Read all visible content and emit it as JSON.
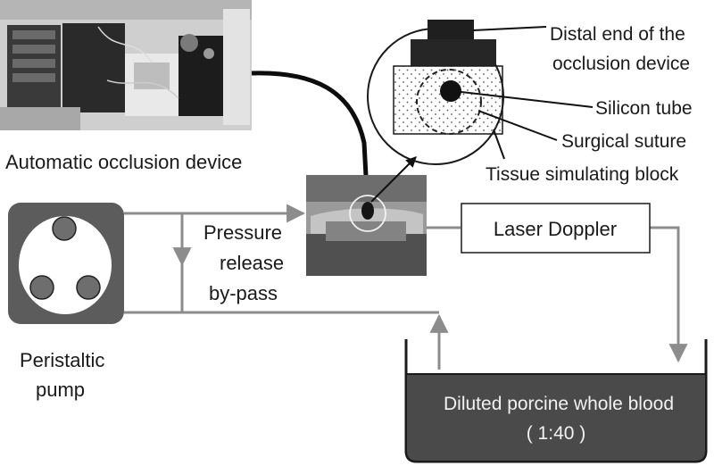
{
  "labels": {
    "occlusion_device": "Automatic occlusion device",
    "pressure_line1": "Pressure",
    "pressure_line2": "release",
    "pressure_line3": "by-pass",
    "pump_line1": "Peristaltic",
    "pump_line2": "pump",
    "laser_doppler": "Laser Doppler",
    "reservoir_line1": "Diluted porcine whole blood",
    "reservoir_line2": "( 1:40 )"
  },
  "callouts": [
    {
      "text": "Distal end of the"
    },
    {
      "text": "occlusion device"
    },
    {
      "text": "Silicon tube"
    },
    {
      "text": "Surgical suture"
    },
    {
      "text": "Tissue simulating block"
    }
  ],
  "colors": {
    "tubing": "#8c8c8c",
    "cable": "#0d0d0d",
    "reservoir_fill": "#4a4a4a",
    "pump_body": "#5c5c5c",
    "pump_roller": "#6e6e6e",
    "photo_bg": "#9a9a9a"
  }
}
